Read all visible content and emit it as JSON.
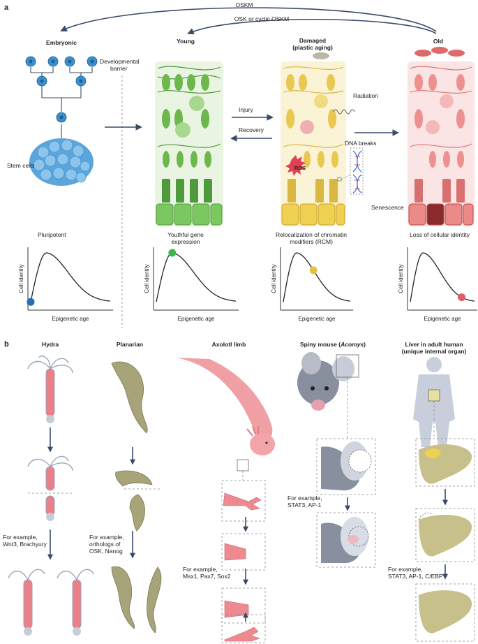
{
  "panel_a": {
    "label": "a",
    "arrows": {
      "top": "OSKM",
      "second": "OSK or cyclic OSKM",
      "injury": "Injury",
      "recovery": "Recovery"
    },
    "columns": {
      "embryonic": {
        "title": "Embryonic",
        "barrier": "Developmental\nbarrier",
        "stem_cells": "Stem cells",
        "state": "Pluripotent"
      },
      "young": {
        "title": "Young",
        "state": "Youthful gene\nexpression"
      },
      "damaged": {
        "title": "Damaged\n(plastic aging)",
        "state": "Relocalization of chromatin\nmodifiers (RCM)",
        "radiation": "Radiation",
        "dna": "DNA breaks",
        "ros": "ROS"
      },
      "old": {
        "title": "Old",
        "state": "Loss of cellular identity",
        "senescence": "Senescence"
      }
    },
    "plot_axes": {
      "y": "Cell identity",
      "x": "Epigenetic age"
    }
  },
  "chart_data": [
    {
      "type": "line",
      "name": "Pluripotent",
      "xlabel": "Epigenetic age",
      "ylabel": "Cell identity",
      "marker_position": "start",
      "marker_color": "#1f6fb8"
    },
    {
      "type": "line",
      "name": "Young",
      "xlabel": "Epigenetic age",
      "ylabel": "Cell identity",
      "marker_position": "peak",
      "marker_color": "#3cb84a"
    },
    {
      "type": "line",
      "name": "Damaged",
      "xlabel": "Epigenetic age",
      "ylabel": "Cell identity",
      "marker_position": "mid-decline",
      "marker_color": "#e8c040"
    },
    {
      "type": "line",
      "name": "Old",
      "xlabel": "Epigenetic age",
      "ylabel": "Cell identity",
      "marker_position": "late-decline",
      "marker_color": "#e05a6a"
    }
  ],
  "panel_b": {
    "label": "b",
    "organisms": {
      "hydra": {
        "title": "Hydra",
        "note": "For example,\nWnt3, Brachyury"
      },
      "planarian": {
        "title": "Planarian",
        "note": "For example,\northologs of\nOSK, Nanog"
      },
      "axolotl": {
        "title": "Axolotl limb",
        "note": "For example,\nMsx1, Pax7, Sox2"
      },
      "spiny_mouse": {
        "title_main": "Spiny mouse (",
        "title_italic": "Acomys",
        "title_end": ")",
        "note": "For example,\nSTAT3, AP-1"
      },
      "liver": {
        "title": "Liver in adult human\n(unique internal organ)",
        "note": "For example,\nSTAT3, AP-1, C/EBP"
      }
    }
  },
  "colors": {
    "young": "#5aa84a",
    "damaged": "#e7c95a",
    "old": "#e98f8f",
    "stem": "#3a8fd0",
    "arrow": "#3a4a6b",
    "flesh": "#e9808a",
    "worm": "#a8a47a",
    "liver": "#c8c08a",
    "mouse": "#8890a0"
  }
}
